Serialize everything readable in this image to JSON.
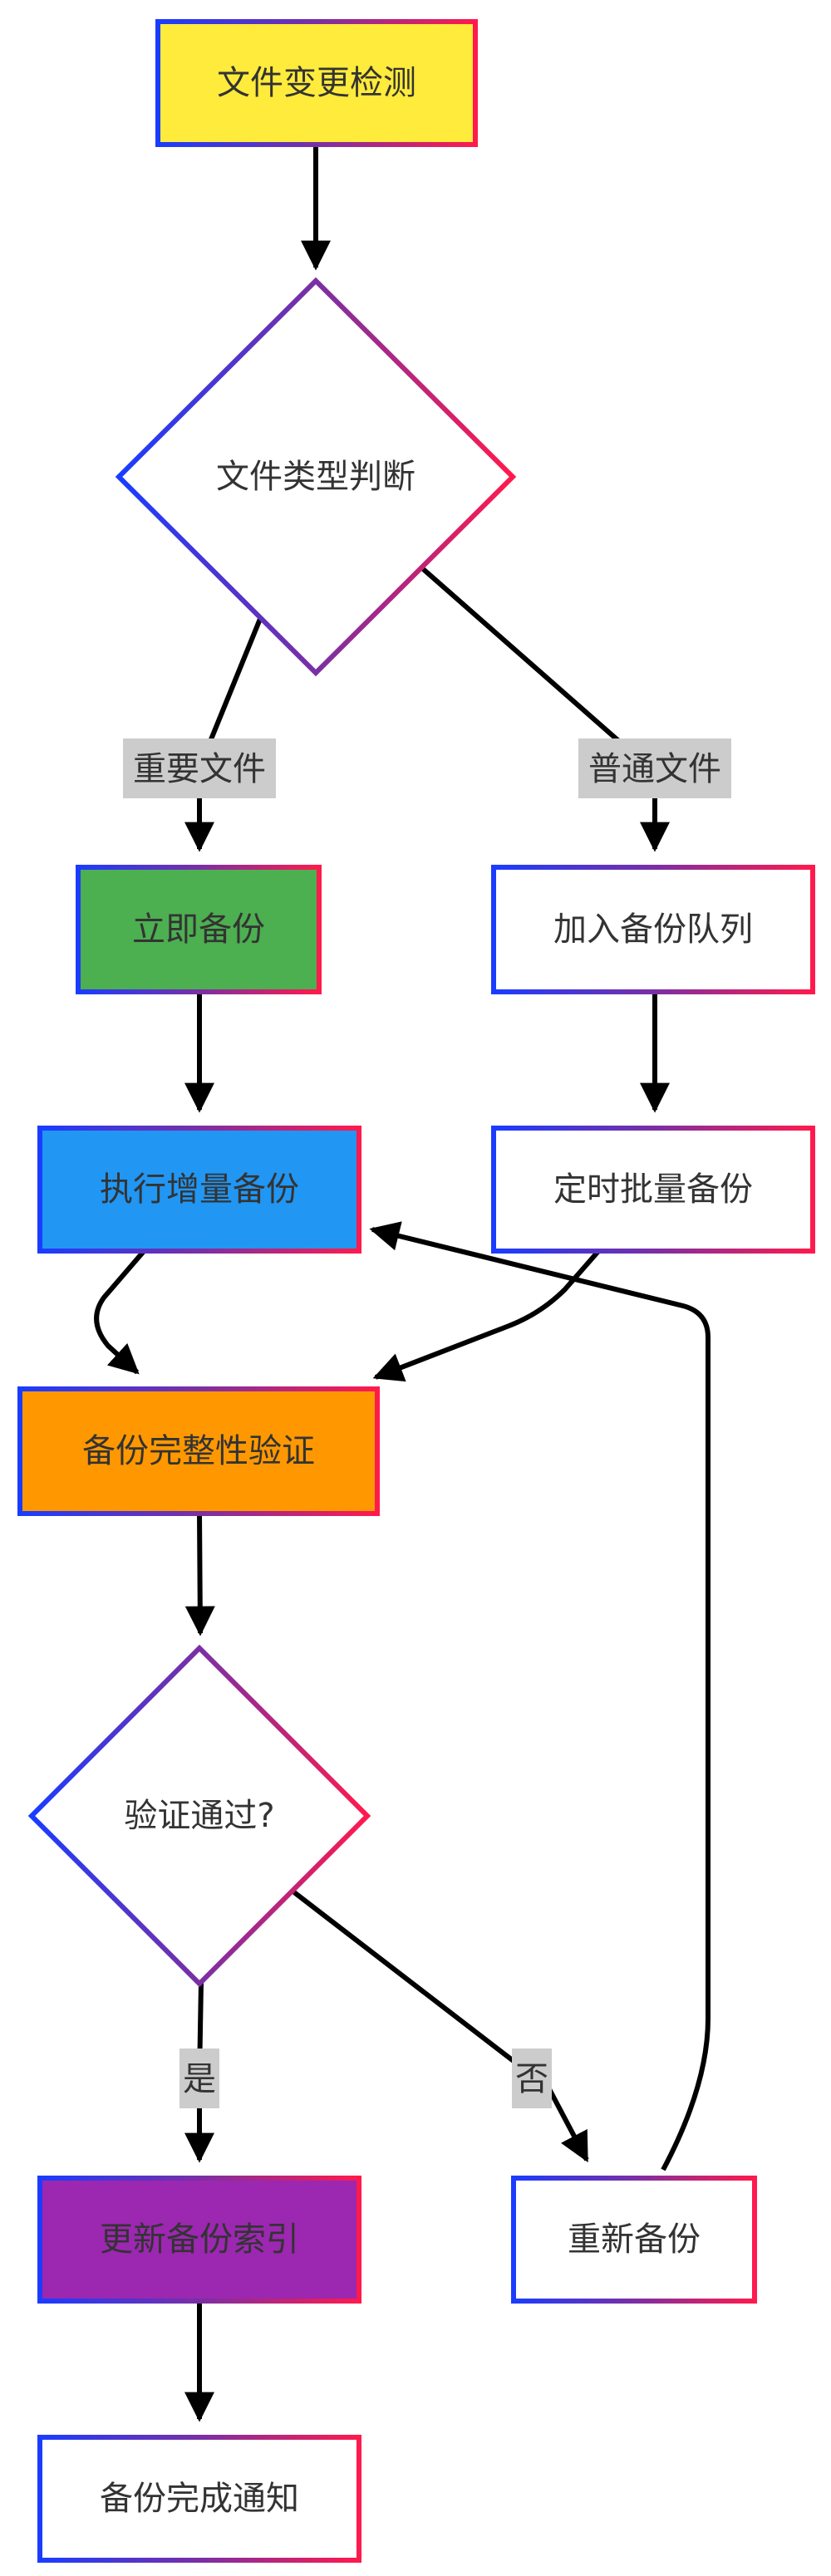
{
  "colors": {
    "border_gradient_start": "#1a3cff",
    "border_gradient_mid": "#7a2fa5",
    "border_gradient_end": "#ff1a4d",
    "edge": "#000000",
    "text": "#333333",
    "edge_label_bg": "#cccccc"
  },
  "nodes": {
    "detect": {
      "label": "文件变更检测",
      "fill": "#ffeb3b"
    },
    "classify": {
      "label": "文件类型判断",
      "fill": "#ffffff"
    },
    "immediate": {
      "label": "立即备份",
      "fill": "#4caf50"
    },
    "queue": {
      "label": "加入备份队列",
      "fill": "#ffffff"
    },
    "incremental": {
      "label": "执行增量备份",
      "fill": "#2196f3"
    },
    "batch": {
      "label": "定时批量备份",
      "fill": "#ffffff"
    },
    "integrity": {
      "label": "备份完整性验证",
      "fill": "#ff9800"
    },
    "passed": {
      "label": "验证通过?",
      "fill": "#ffffff"
    },
    "update_index": {
      "label": "更新备份索引",
      "fill": "#9c27b0"
    },
    "retry": {
      "label": "重新备份",
      "fill": "#ffffff"
    },
    "notify": {
      "label": "备份完成通知",
      "fill": "#ffffff"
    }
  },
  "edges": {
    "important": {
      "label": "重要文件"
    },
    "normal": {
      "label": "普通文件"
    },
    "yes": {
      "label": "是"
    },
    "no": {
      "label": "否"
    }
  }
}
